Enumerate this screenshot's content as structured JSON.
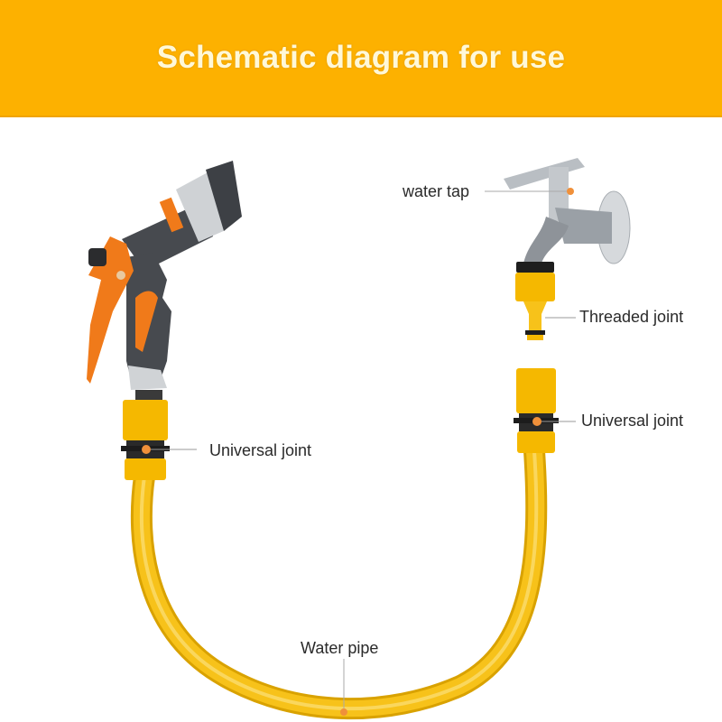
{
  "banner": {
    "title": "Schematic diagram for use",
    "color": "#fdb100"
  },
  "labels": {
    "water_tap": "water tap",
    "threaded_joint": "Threaded joint",
    "universal_joint_right": "Universal joint",
    "universal_joint_left": "Universal joint",
    "water_pipe": "Water pipe"
  },
  "colors": {
    "hose": "#f7c21a",
    "joint": "#f5b800",
    "gun_body": "#4a4d52",
    "gun_accent": "#f07a1a",
    "chrome": "#c8ccd0",
    "leader_dot": "#f0903a"
  }
}
